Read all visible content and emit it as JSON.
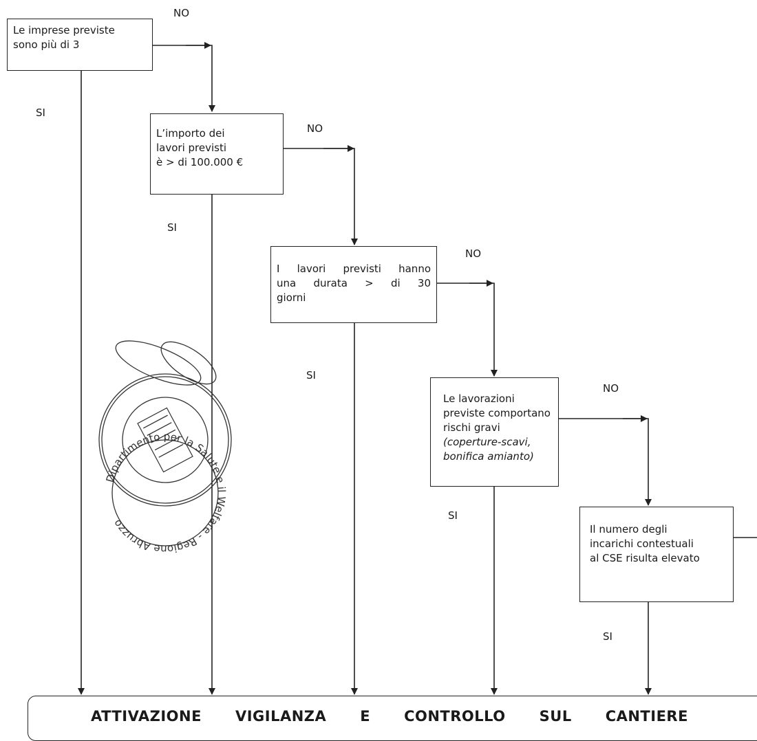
{
  "boxes": {
    "b1": [
      "Le imprese  previste",
      "sono più di 3"
    ],
    "b2": [
      "L’importo dei",
      "lavori previsti",
      "è  > di 100.000 €"
    ],
    "b3": [
      [
        "I",
        "lavori",
        "previsti",
        "hanno"
      ],
      [
        "una",
        "durata",
        ">",
        "di",
        "30"
      ],
      "giorni"
    ],
    "b4": [
      "Le lavorazioni",
      "previste comportano",
      "rischi gravi",
      "(coperture-scavi,",
      "bonifica amianto)"
    ],
    "b5": [
      "Il numero degli",
      "incarichi contestuali",
      "al CSE risulta elevato"
    ]
  },
  "labels": {
    "no": "NO",
    "si": "SI"
  },
  "banner": [
    "ATTIVAZIONE",
    "VIGILANZA",
    "E",
    "CONTROLLO",
    "SUL",
    "CANTIERE"
  ],
  "stamp_text": "Dipartimento per la Salute e il Welfare - Regione Abruzzo",
  "colors": {
    "ink": "#222222",
    "stamp": "#333333",
    "paper": "#ffffff"
  }
}
